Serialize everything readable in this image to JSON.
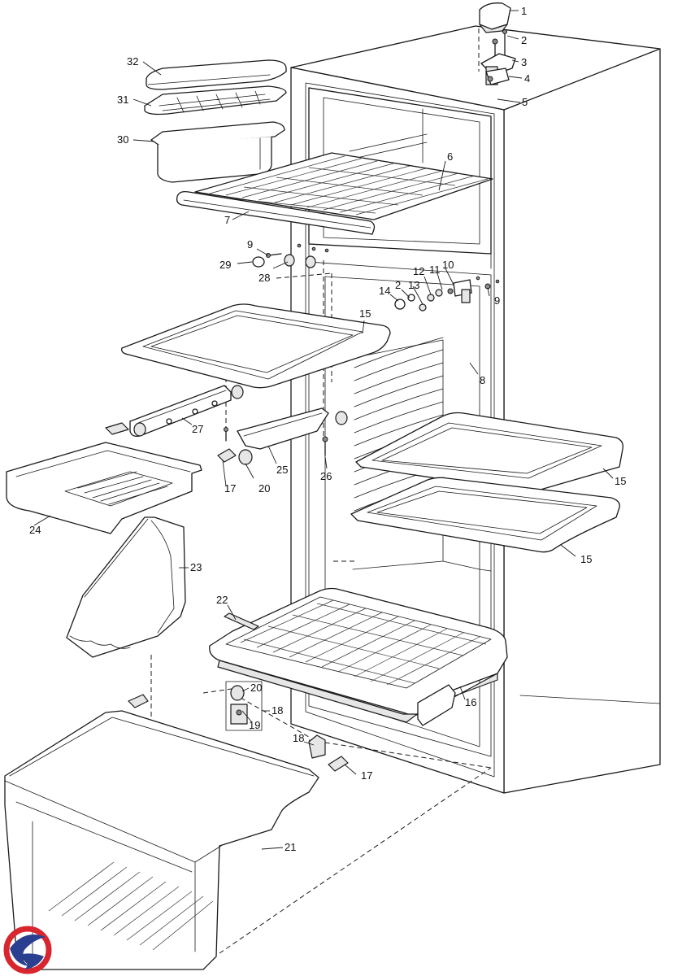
{
  "callouts": [
    {
      "id": "c1",
      "text": "1"
    },
    {
      "id": "c2a",
      "text": "2"
    },
    {
      "id": "c3",
      "text": "3"
    },
    {
      "id": "c4",
      "text": "4"
    },
    {
      "id": "c5",
      "text": "5"
    },
    {
      "id": "c6",
      "text": "6"
    },
    {
      "id": "c7",
      "text": "7"
    },
    {
      "id": "c8",
      "text": "8"
    },
    {
      "id": "c9a",
      "text": "9"
    },
    {
      "id": "c9b",
      "text": "9"
    },
    {
      "id": "c10",
      "text": "10"
    },
    {
      "id": "c11",
      "text": "11"
    },
    {
      "id": "c12",
      "text": "12"
    },
    {
      "id": "c13",
      "text": "13"
    },
    {
      "id": "c2b",
      "text": "2"
    },
    {
      "id": "c14",
      "text": "14"
    },
    {
      "id": "c15a",
      "text": "15"
    },
    {
      "id": "c15b",
      "text": "15"
    },
    {
      "id": "c15c",
      "text": "15"
    },
    {
      "id": "c16",
      "text": "16"
    },
    {
      "id": "c17a",
      "text": "17"
    },
    {
      "id": "c17b",
      "text": "17"
    },
    {
      "id": "c18a",
      "text": "18"
    },
    {
      "id": "c18b",
      "text": "18"
    },
    {
      "id": "c19",
      "text": "19"
    },
    {
      "id": "c20a",
      "text": "20"
    },
    {
      "id": "c20b",
      "text": "20"
    },
    {
      "id": "c21",
      "text": "21"
    },
    {
      "id": "c22",
      "text": "22"
    },
    {
      "id": "c23",
      "text": "23"
    },
    {
      "id": "c24",
      "text": "24"
    },
    {
      "id": "c25",
      "text": "25"
    },
    {
      "id": "c26",
      "text": "26"
    },
    {
      "id": "c27",
      "text": "27"
    },
    {
      "id": "c28",
      "text": "28"
    },
    {
      "id": "c29",
      "text": "29"
    },
    {
      "id": "c30",
      "text": "30"
    },
    {
      "id": "c31",
      "text": "31"
    },
    {
      "id": "c32",
      "text": "32"
    }
  ],
  "colors": {
    "line": "#1a1a1a",
    "logo_red": "#d8262f",
    "logo_blue": "#2a3f8f"
  }
}
